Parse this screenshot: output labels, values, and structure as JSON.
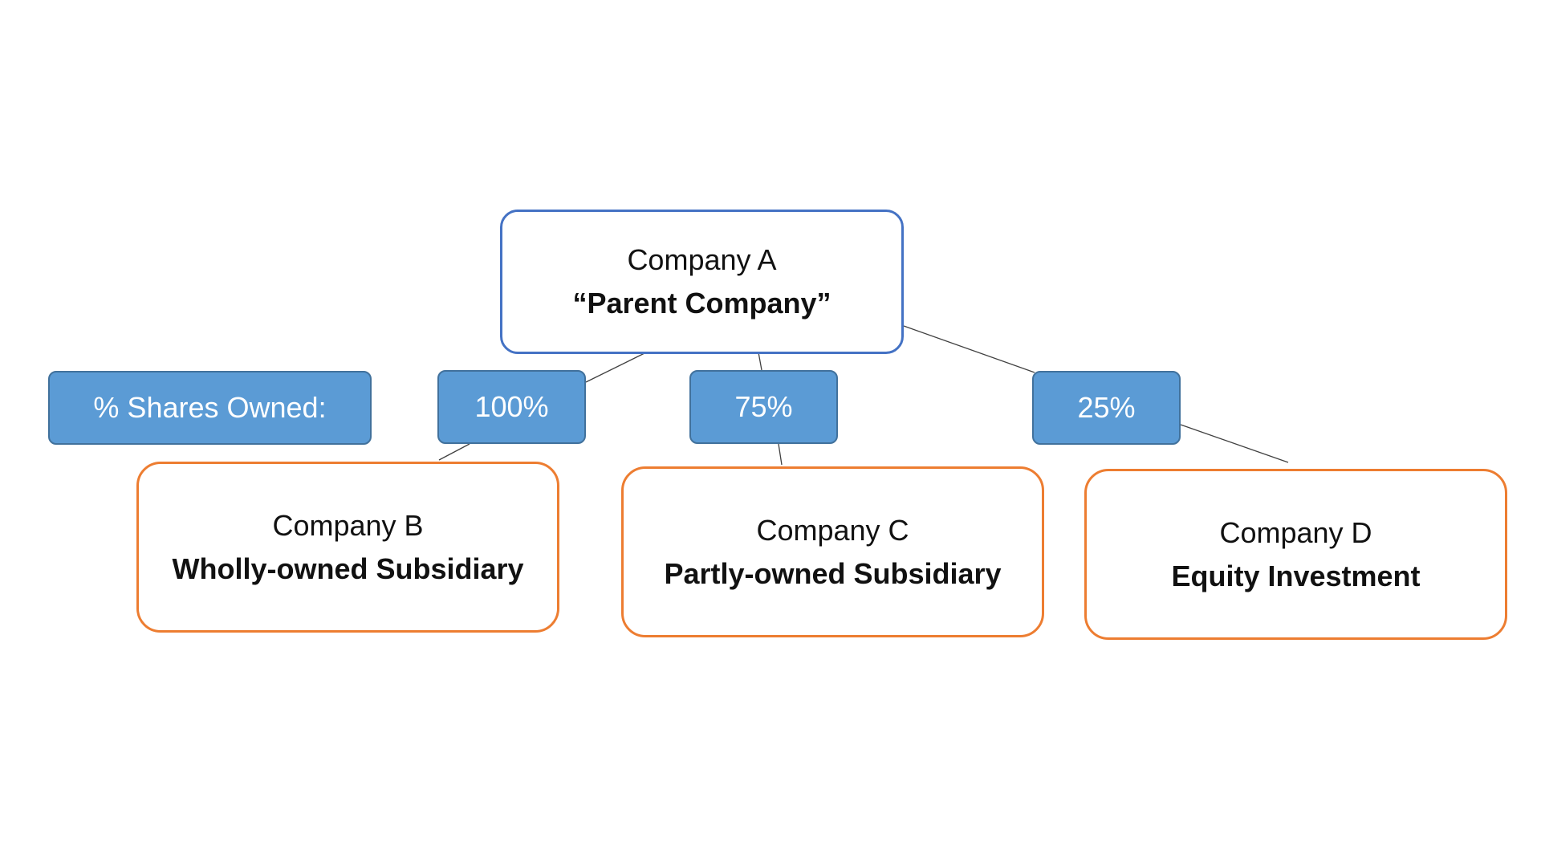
{
  "colors": {
    "parent_border": "#4472c4",
    "child_border": "#ed7d31",
    "pill_fill": "#5b9bd5",
    "pill_border": "#41719c",
    "connector": "#404040",
    "text": "#111111"
  },
  "legend": {
    "label": "% Shares Owned:"
  },
  "parent": {
    "name": "Company A",
    "role": "“Parent Company”"
  },
  "subsidiaries": [
    {
      "name": "Company B",
      "role": "Wholly-owned Subsidiary",
      "shares": "100%"
    },
    {
      "name": "Company C",
      "role": "Partly-owned Subsidiary",
      "shares": "75%"
    },
    {
      "name": "Company D",
      "role": "Equity Investment",
      "shares": "25%"
    }
  ]
}
